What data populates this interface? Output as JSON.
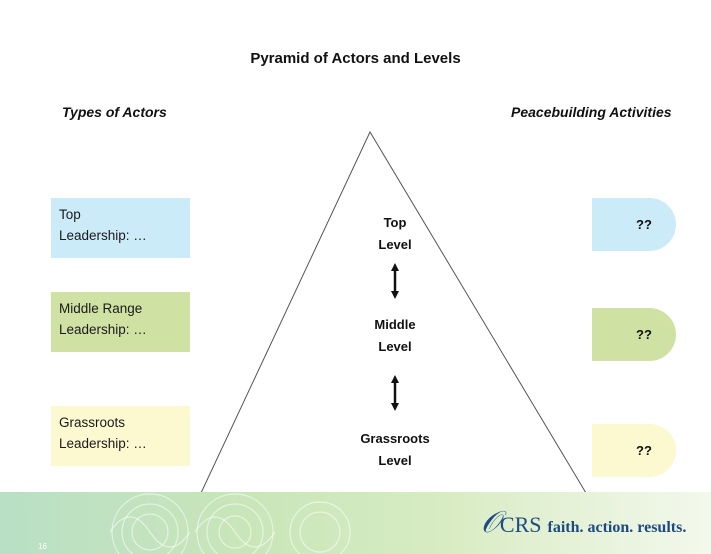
{
  "title": "Pyramid of Actors and Levels",
  "headers": {
    "left": "Types of Actors",
    "right": "Peacebuilding Activities"
  },
  "actors": [
    {
      "line1": "Top",
      "line2": "Leadership: …",
      "color": "#ccebf8"
    },
    {
      "line1": "Middle Range",
      "line2": "Leadership: …",
      "color": "#cfe2a4"
    },
    {
      "line1": "Grassroots",
      "line2": "Leadership: …",
      "color": "#fcf8cf"
    }
  ],
  "activities": [
    {
      "label": "??",
      "color": "#ccebf8"
    },
    {
      "label": "??",
      "color": "#cfe2a4"
    },
    {
      "label": "??",
      "color": "#fcf8cf"
    }
  ],
  "levels": [
    {
      "line1": "Top",
      "line2": "Level"
    },
    {
      "line1": "Middle",
      "line2": "Level"
    },
    {
      "line1": "Grassroots",
      "line2": "Level"
    }
  ],
  "footer": {
    "page_number": "16",
    "logo_name": "CRS",
    "logo_tagline": "faith. action. results."
  }
}
